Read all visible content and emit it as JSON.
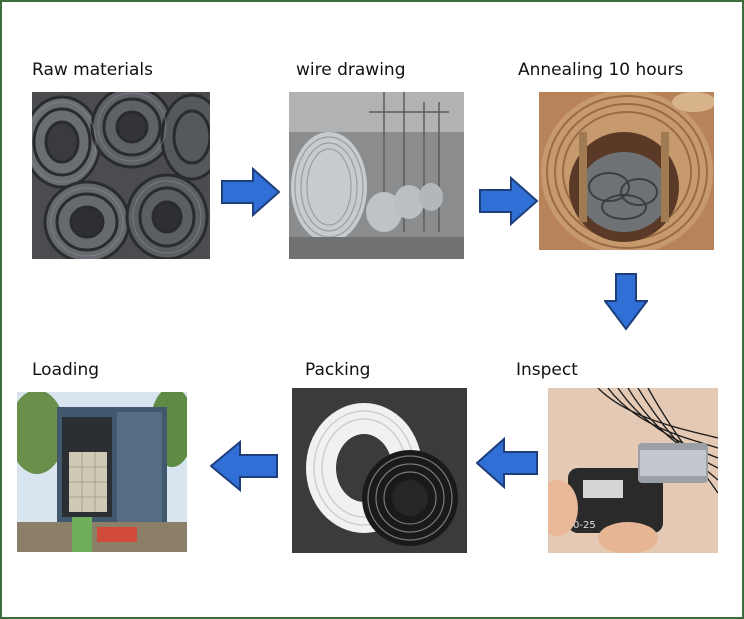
{
  "steps": {
    "raw_materials": "Raw materials",
    "wire_drawing": "wire drawing",
    "annealing": "Annealing 10 hours",
    "inspect": "Inspect",
    "packing": "Packing",
    "loading": "Loading"
  },
  "colors": {
    "arrow_fill": "#2f6fd6",
    "arrow_stroke": "#1e3f7a",
    "border": "#3a6e3a"
  },
  "inspect_photo": {
    "gauge_text": "0-25"
  }
}
